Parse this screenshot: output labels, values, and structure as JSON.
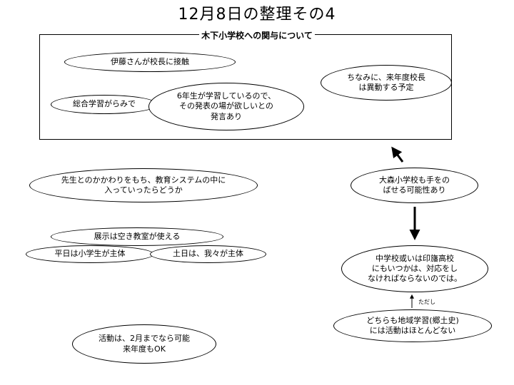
{
  "title": "12月8日の整理その4",
  "frame": {
    "title": "木下小学校への関与について",
    "ovals": {
      "principal": "伊藤さんが校長に接触",
      "next_year": "ちなみに、来年度校長\nは異動する予定",
      "integrated": "総合学習がらみで",
      "sixth_grade": "6年生が学習しているので、\nその発表の場が欲しいとの\n発言あり"
    }
  },
  "ovals": {
    "teachers": "先生とのかかわりをもち、教育システムの中に\n入っていったらどうか",
    "omori": "大森小学校も手をの\nばせる可能性あり",
    "exhibition": "展示は空き教室が使える",
    "weekday": "平日は小学生が主体",
    "weekend": "土日は、我々が主体",
    "junior_high": "中学校或いは印旛高校\nにもいつかは、対応をし\nなければならないのでは。",
    "local_study": "どちらも地域学習(郷土史)\nには活動はほとんどない",
    "activity": "活動は、2月までなら可能\n来年度もOK"
  },
  "notes": {
    "however": "ただし"
  }
}
